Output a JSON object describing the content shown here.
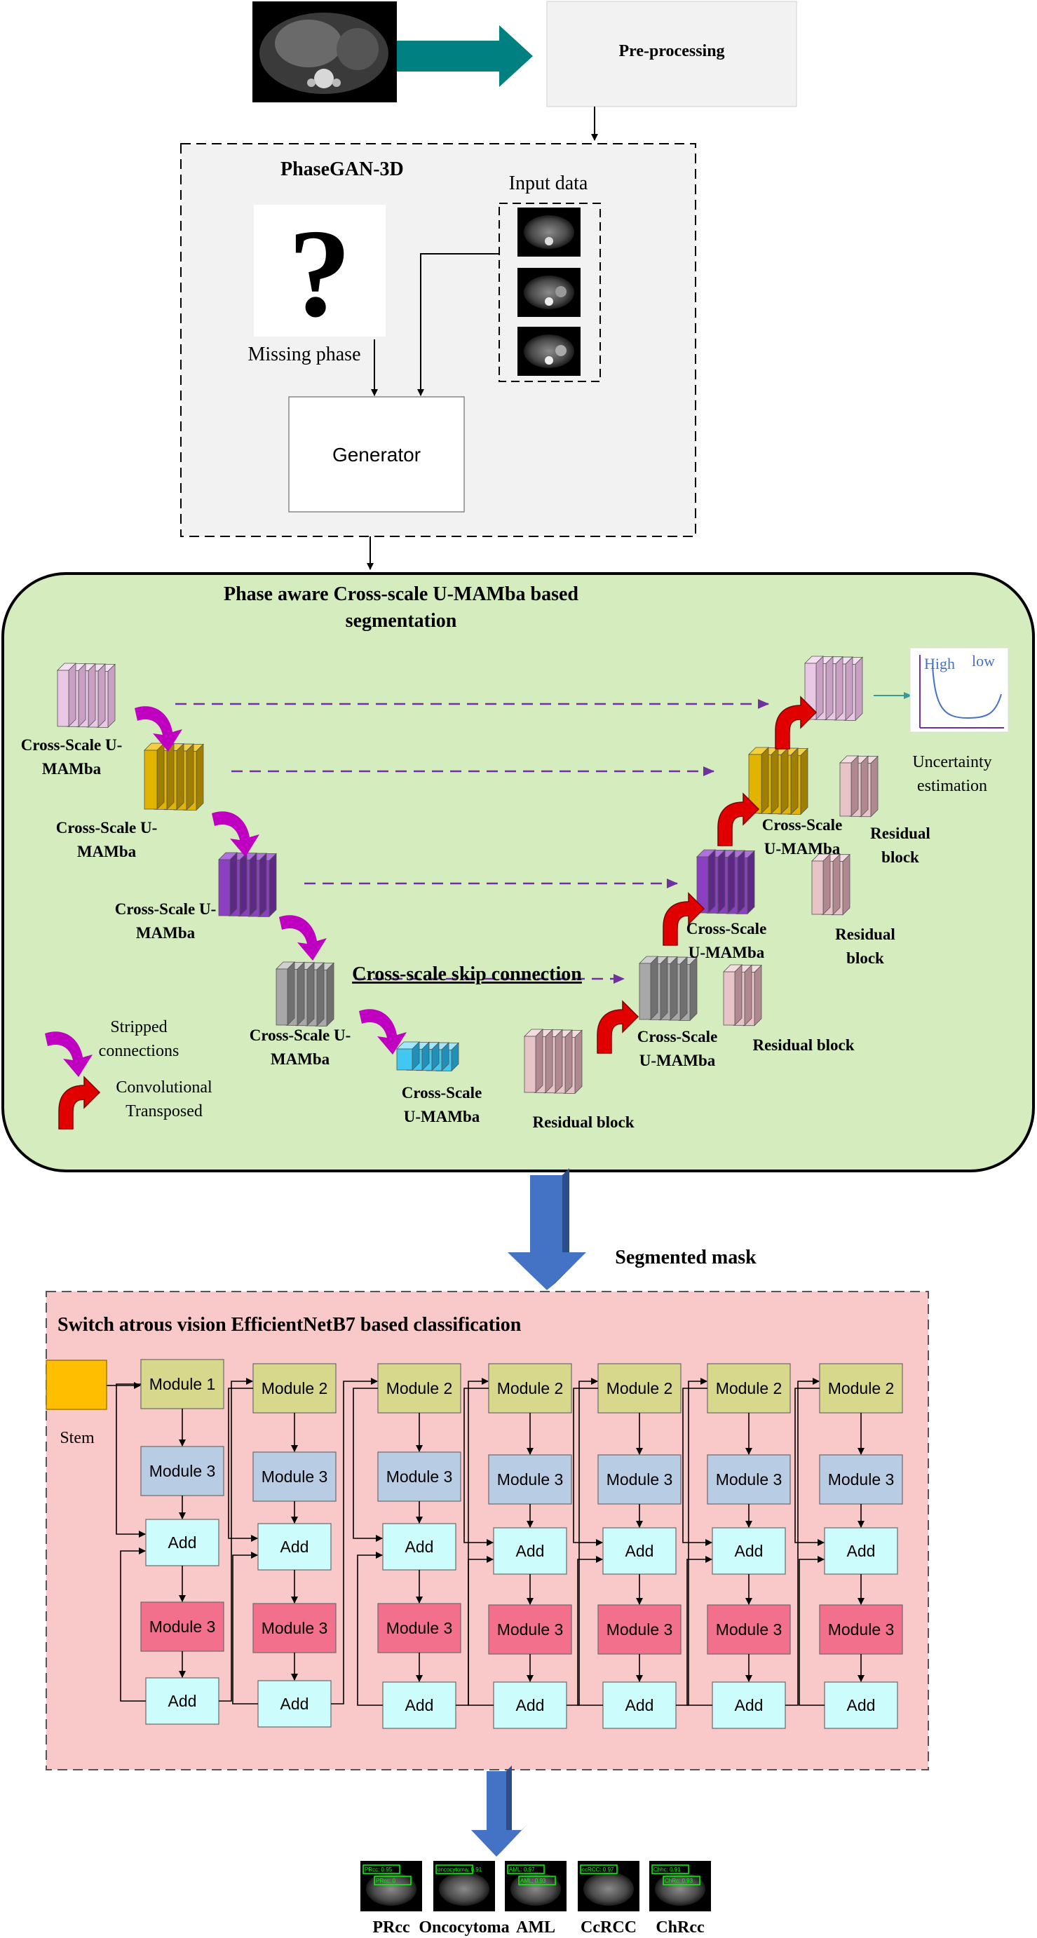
{
  "top": {
    "preprocessing_label": "Pre-processing"
  },
  "gan": {
    "title": "PhaseGAN-3D",
    "input_label": "Input data",
    "missing_label": "Missing phase",
    "question_mark": "?",
    "generator_label": "Generator"
  },
  "seg": {
    "title_line1": "Phase aware Cross-scale U-MAMba based",
    "title_line2": "segmentation",
    "enc1_l1": "Cross-Scale U-",
    "enc1_l2": "MAMba",
    "enc2_l1": "Cross-Scale U-",
    "enc2_l2": "MAMba",
    "enc3_l1": "Cross-Scale U-",
    "enc3_l2": "MAMba",
    "enc4_l1": "Cross-Scale U-",
    "enc4_l2": "MAMba",
    "bottleneck_l1": "Cross-Scale",
    "bottleneck_l2": "U-MAMba",
    "dec1_l1": "Cross-Scale",
    "dec1_l2": "U-MAMba",
    "dec2_l1": "Cross-Scale",
    "dec2_l2": "U-MAMba",
    "dec3_l1": "Cross-Scale",
    "dec3_l2": "U-MAMba",
    "skip_label": "Cross-scale skip connection",
    "res_bottom": "Residual block",
    "res_mid": "Residual block",
    "res2_l1": "Residual",
    "res2_l2": "block",
    "res3_l1": "Residual",
    "res3_l2": "block",
    "legend_stripped_l1": "Stripped",
    "legend_stripped_l2": "connections",
    "legend_conv_l1": "Convolutional",
    "legend_conv_l2": "Transposed",
    "unc_high": "High",
    "unc_low": "low",
    "unc_l1": "Uncertainty",
    "unc_l2": "estimation"
  },
  "mask_label": "Segmented mask",
  "cls": {
    "title": "Switch atrous vision EfficientNetB7 based classification",
    "stem_label": "Stem",
    "col1_top": "Module 1",
    "col_top": "Module 2",
    "mid": "Module 3",
    "add": "Add",
    "bot": "Module 3"
  },
  "outputs": {
    "labels": [
      "PRcc",
      "Oncocytoma",
      "AML",
      "CcRCC",
      "ChRcc"
    ],
    "detections": [
      [
        "PRcc: 0.95",
        "PRcc: 0"
      ],
      [
        "oncocytoma: 0.91"
      ],
      [
        "AML: 0.97",
        "AML: 0.93"
      ],
      [
        "ccRCC: 0.97"
      ],
      [
        "Chhc: 0.91",
        "ChRc: 0.93"
      ]
    ]
  },
  "colors": {
    "seg_bg": "#d4ecbe",
    "cls_bg": "#f9c8c9",
    "gan_bg": "#f2f2f2",
    "stem": "#ffbf00",
    "module_top": "#d7d88c",
    "module_mid": "#b8cce4",
    "add": "#ccfcfc",
    "module_bot": "#f2708c",
    "skip_arrow": "#7030a0",
    "big_arrow": "#4472c4",
    "teal_arrow": "#008080"
  }
}
